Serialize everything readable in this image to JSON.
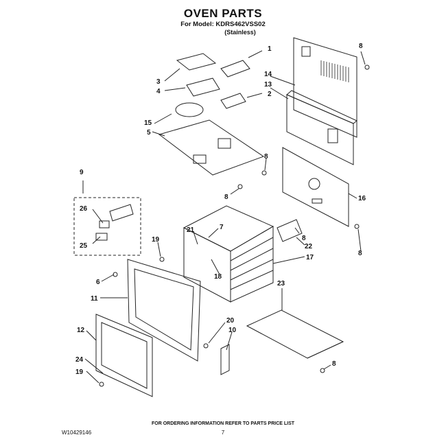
{
  "header": {
    "title": "OVEN PARTS",
    "model_line": "For Model: KDRS462VSS02",
    "finish_line": "(Stainless)"
  },
  "footer": {
    "ordering_note": "FOR ORDERING INFORMATION REFER TO PARTS PRICE LIST",
    "doc_id": "W10429146",
    "page_number": "7"
  },
  "callouts": {
    "c1": "1",
    "c2": "2",
    "c3": "3",
    "c4": "4",
    "c5": "5",
    "c6": "6",
    "c7": "7",
    "c8a": "8",
    "c8b": "8",
    "c8c": "8",
    "c8d": "8",
    "c8e": "8",
    "c8f": "8",
    "c9": "9",
    "c10": "10",
    "c11": "11",
    "c12": "12",
    "c13": "13",
    "c14": "14",
    "c15": "15",
    "c16": "16",
    "c17": "17",
    "c18": "18",
    "c19a": "19",
    "c19b": "19",
    "c20": "20",
    "c21": "21",
    "c22": "22",
    "c23": "23",
    "c24": "24",
    "c25": "25",
    "c26": "26"
  }
}
